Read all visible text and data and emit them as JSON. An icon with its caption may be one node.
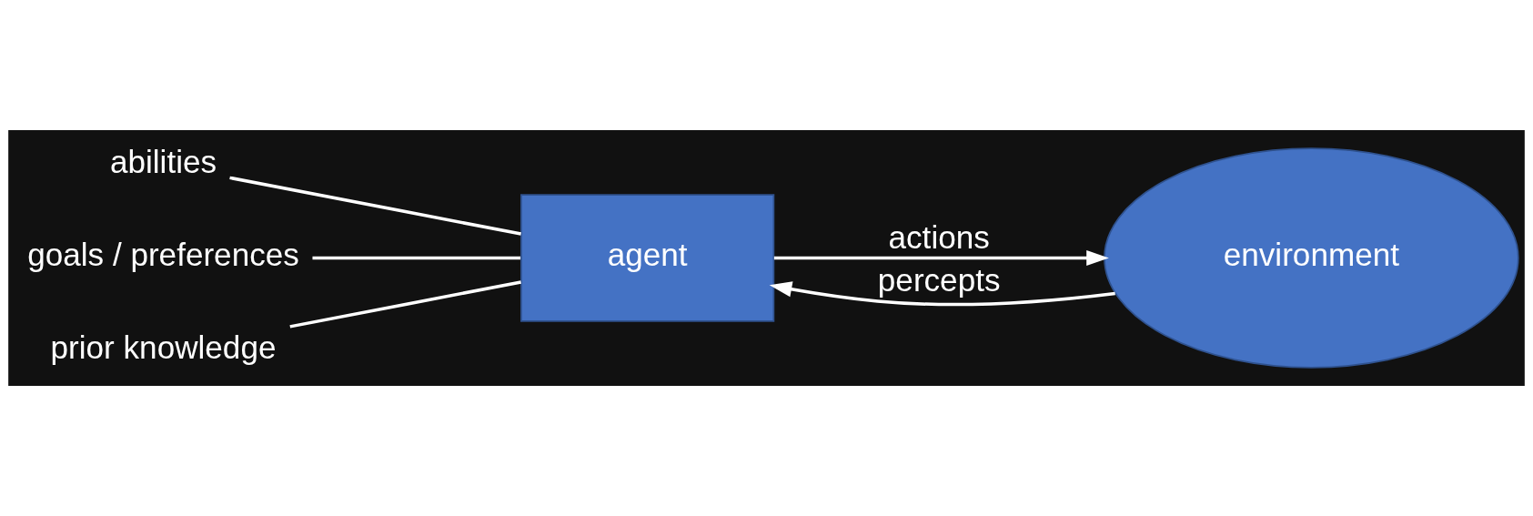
{
  "diagram": {
    "nodes": [
      {
        "text": [
          "abilities"
        ]
      },
      {
        "text": [
          "goals / preferences"
        ]
      },
      {
        "text": [
          "prior knowledge"
        ]
      },
      {
        "text": [
          "agent"
        ]
      },
      {
        "text": [
          "environment"
        ]
      }
    ],
    "edges": [
      {
        "from": 0,
        "to": 3,
        "arrow": "none"
      },
      {
        "from": 1,
        "to": 3,
        "arrow": "none"
      },
      {
        "from": 2,
        "to": 3,
        "arrow": "none"
      },
      {
        "from": 3,
        "to": 4,
        "arrow": "to",
        "label": "actions"
      },
      {
        "from": 4,
        "to": 3,
        "arrow": "to",
        "label": "percepts"
      }
    ]
  }
}
